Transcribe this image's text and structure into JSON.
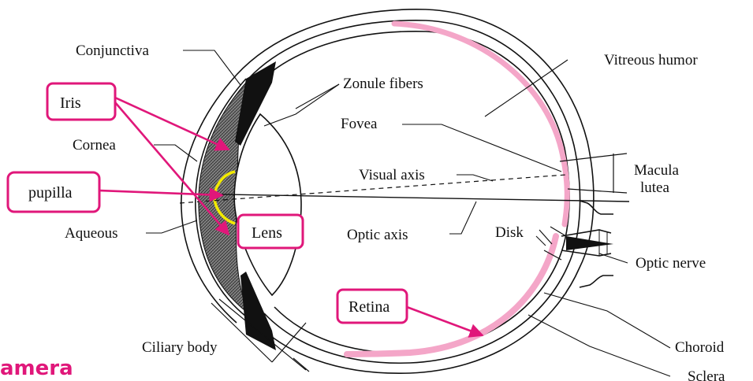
{
  "labels": {
    "conjunctiva": "Conjunctiva",
    "zonule_fibers": "Zonule fibers",
    "vitreous_humor": "Vitreous humor",
    "fovea": "Fovea",
    "cornea": "Cornea",
    "visual_axis": "Visual axis",
    "macula_line1": "Macula",
    "macula_line2": "lutea",
    "aqueous": "Aqueous",
    "optic_axis": "Optic axis",
    "disk": "Disk",
    "optic_nerve": "Optic nerve",
    "ciliary_body": "Ciliary body",
    "choroid": "Choroid",
    "sclera": "Sclera"
  },
  "callouts": {
    "iris": "Iris",
    "pupilla": "pupilla",
    "lens": "Lens",
    "retina": "Retina"
  },
  "footer": {
    "title_fragment": "amera"
  },
  "colors": {
    "accent": "#e0177a",
    "retina_band": "#f4a6c8",
    "pupil_outline": "#f2ea00",
    "line": "#111111"
  }
}
